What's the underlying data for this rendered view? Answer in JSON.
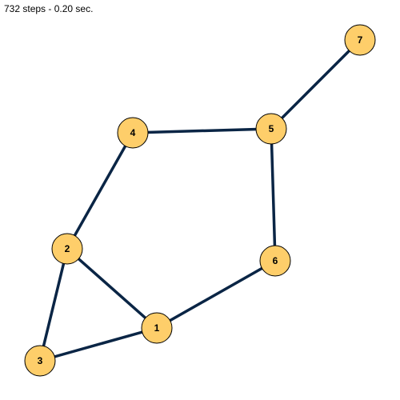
{
  "status": {
    "text": "732 steps - 0.20 sec."
  },
  "colors": {
    "node_fill": "#fece6a",
    "node_stroke": "#000000",
    "edge": "#0a2545",
    "background": "#ffffff"
  },
  "graph": {
    "nodes": [
      {
        "id": "1",
        "label": "1"
      },
      {
        "id": "2",
        "label": "2"
      },
      {
        "id": "3",
        "label": "3"
      },
      {
        "id": "4",
        "label": "4"
      },
      {
        "id": "5",
        "label": "5"
      },
      {
        "id": "6",
        "label": "6"
      },
      {
        "id": "7",
        "label": "7"
      }
    ],
    "edges": [
      {
        "source": "7",
        "target": "5"
      },
      {
        "source": "4",
        "target": "5"
      },
      {
        "source": "5",
        "target": "6"
      },
      {
        "source": "4",
        "target": "2"
      },
      {
        "source": "2",
        "target": "3"
      },
      {
        "source": "2",
        "target": "1"
      },
      {
        "source": "3",
        "target": "1"
      },
      {
        "source": "6",
        "target": "1"
      }
    ]
  }
}
